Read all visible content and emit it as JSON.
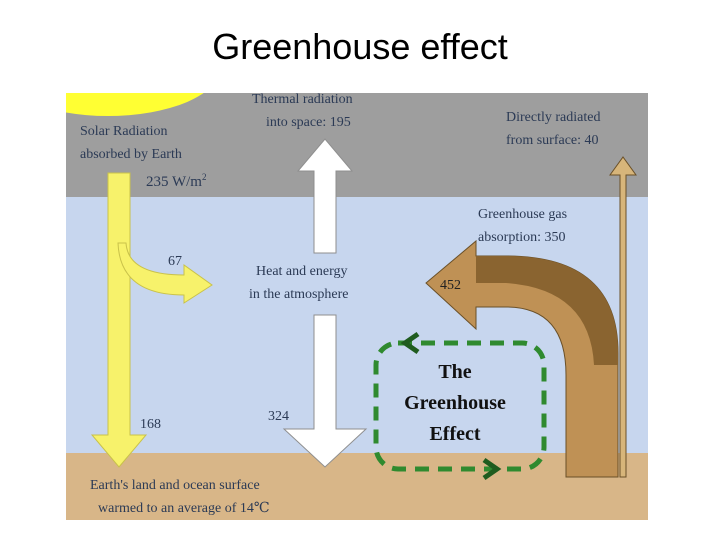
{
  "title": "Greenhouse effect",
  "labels": {
    "solar_1": "Solar Radiation",
    "solar_2": "absorbed by Earth",
    "solar_value": "235 W/m",
    "solar_sup": "2",
    "thermal_1": "Thermal radiation",
    "thermal_2": "into space: 195",
    "direct_1": "Directly radiated",
    "direct_2": "from surface: 40",
    "gas_1": "Greenhouse gas",
    "gas_2": "absorption: 350",
    "v67": "67",
    "heat_1": "Heat and energy",
    "heat_2": "in the atmosphere",
    "v452": "452",
    "v168": "168",
    "v324": "324",
    "ge_1": "The",
    "ge_2": "Greenhouse",
    "ge_3": "Effect",
    "surface_1": "Earth's land and ocean surface",
    "surface_2": "warmed to an average of 14℃"
  },
  "colors": {
    "space": "#9e9e9e",
    "atmosphere": "#c7d6ee",
    "ground": "#d8b688",
    "sun": "#ffff33",
    "solar_arrow": "#f7f26b",
    "thermal_arrow": "#ffffff",
    "gas_arrow": "#bf9155",
    "gas_arrow_dark": "#8a6430",
    "direct_arrow": "#d7b57a",
    "greenhouse_loop": "#2f8a2f"
  }
}
